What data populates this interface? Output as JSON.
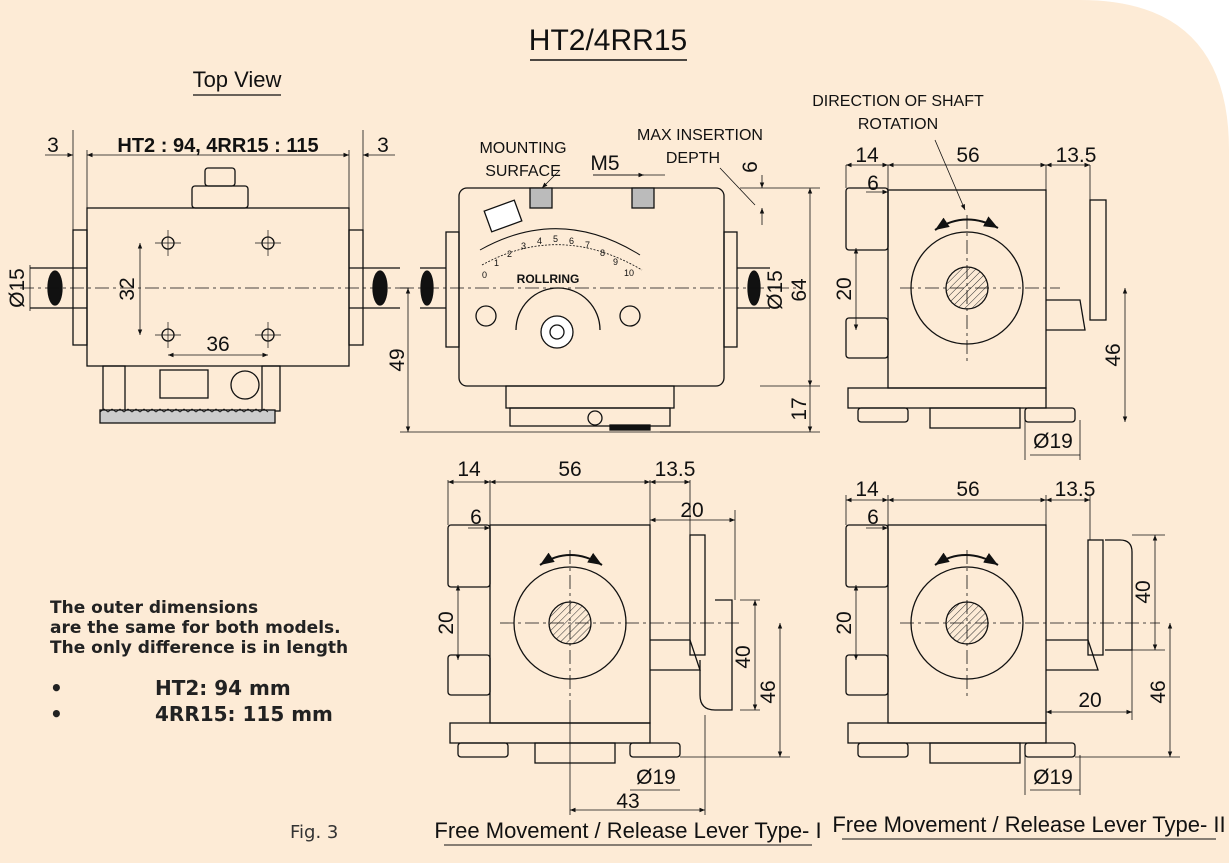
{
  "title": "HT2/4RR15",
  "top_view": {
    "label": "Top View",
    "dim_left": "3",
    "dim_right": "3",
    "length_label": "HT2 : 94, 4RR15 : 115",
    "shaft": "Ø15",
    "hole_v": "32",
    "hole_h": "36"
  },
  "front_view": {
    "mounting_surface_1": "MOUNTING",
    "mounting_surface_2": "SURFACE",
    "thread": "M5",
    "max_insertion_1": "MAX INSERTION",
    "max_insertion_2": "DEPTH",
    "depth": "6",
    "shaft": "Ø15",
    "height": "64",
    "center_height": "49",
    "base": "17",
    "brand": "ROLLRING",
    "scale": [
      "0",
      "1",
      "2",
      "3",
      "4",
      "5",
      "6",
      "7",
      "8",
      "9",
      "10"
    ]
  },
  "side_view": {
    "rotation_1": "DIRECTION OF SHAFT",
    "rotation_2": "ROTATION",
    "d14": "14",
    "d56": "56",
    "d135": "13.5",
    "d6": "6",
    "d20": "20",
    "d46": "46",
    "d19": "Ø19"
  },
  "lever1": {
    "d14": "14",
    "d56": "56",
    "d135": "13.5",
    "d6": "6",
    "d20top": "20",
    "d20": "20",
    "d40": "40",
    "d46": "46",
    "d19": "Ø19",
    "d43": "43",
    "caption": "Free Movement / Release Lever Type- I"
  },
  "lever2": {
    "d14": "14",
    "d56": "56",
    "d135": "13.5",
    "d6": "6",
    "d20": "20",
    "d40": "40",
    "d20b": "20",
    "d46": "46",
    "d19": "Ø19",
    "caption": "Free Movement / Release Lever Type- II"
  },
  "note": {
    "line1": "The outer dimensions",
    "line2": "are the same for both models.",
    "line3": "The only difference is in length",
    "bullets": [
      {
        "dot": "•",
        "text": "HT2:  94 mm"
      },
      {
        "dot": "•",
        "text": "4RR15: 115 mm"
      }
    ]
  },
  "figure_label": "Fig. 3",
  "colors": {
    "background": "#fdebd6",
    "corner": "#ffffff",
    "ink": "#111111"
  }
}
